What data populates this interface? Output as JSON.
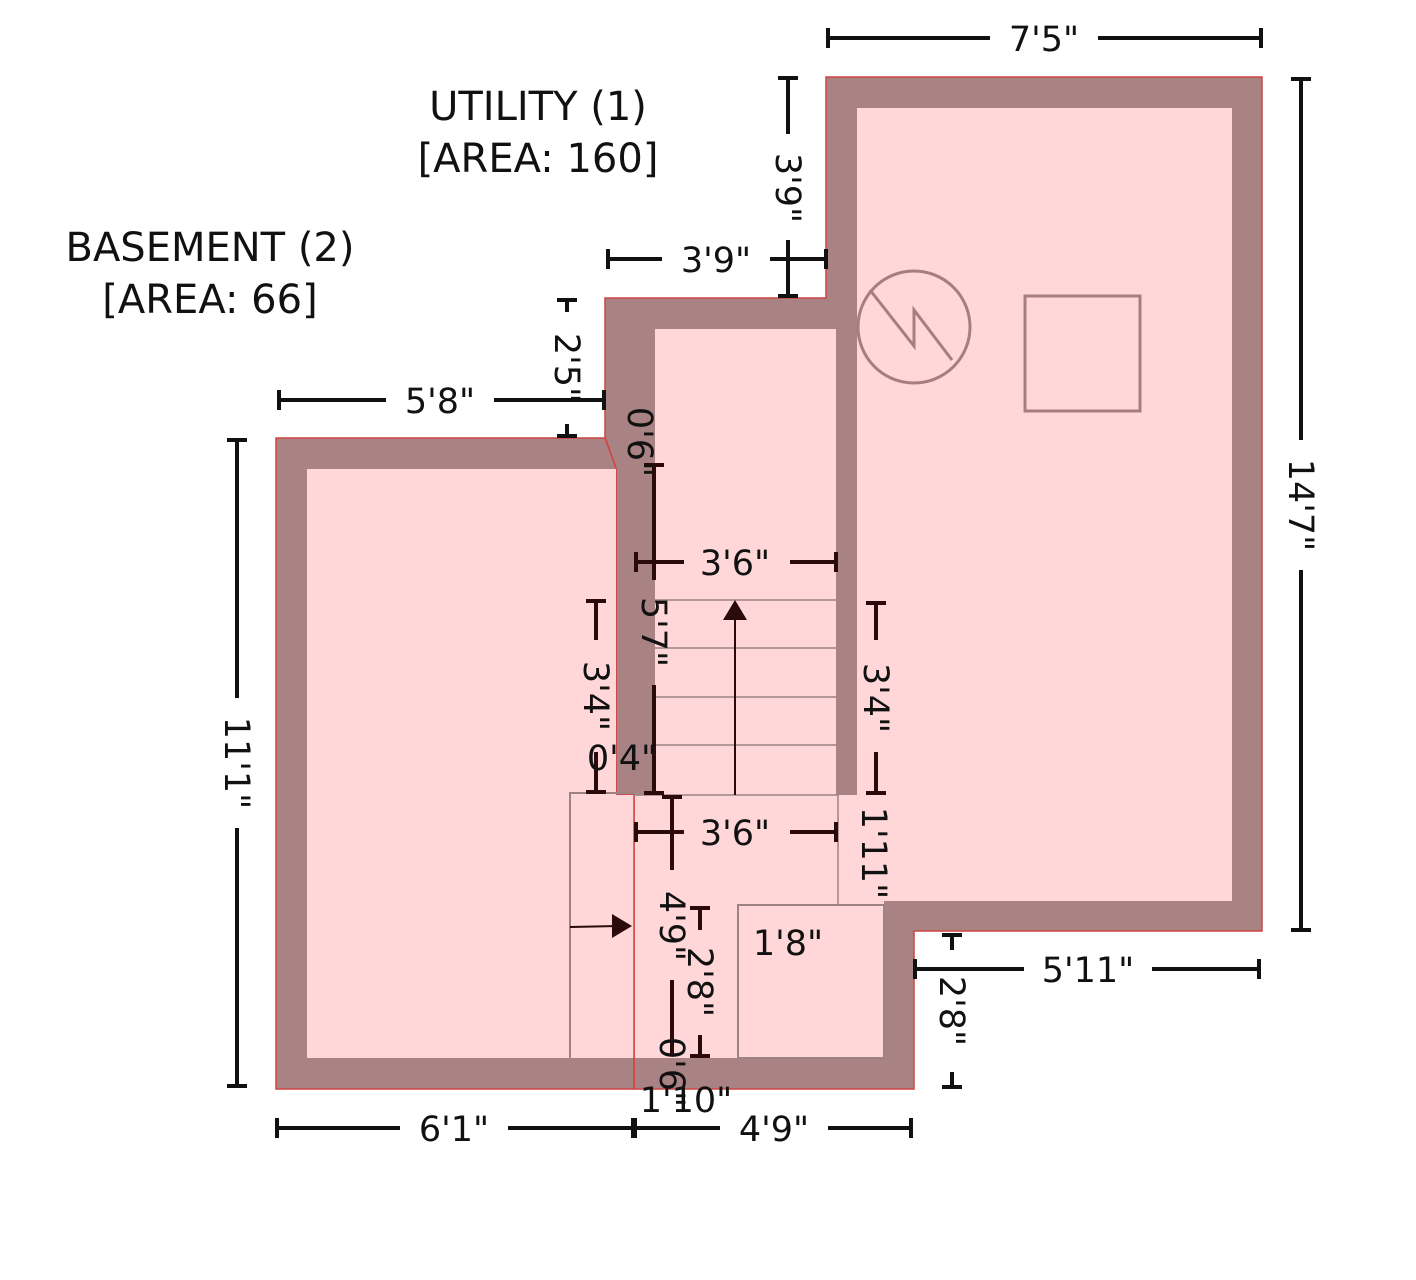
{
  "colors": {
    "wall": "#a98383",
    "floor": "#ffd7d8",
    "outline": "#d04545",
    "fixture": "#a87d7d",
    "thin_line": "#9c8484",
    "dimension": "#111111",
    "dimension_inner": "#2a0a0a"
  },
  "rooms": {
    "utility": {
      "name": "UTILITY (1)",
      "area": "[AREA: 160]"
    },
    "basement": {
      "name": "BASEMENT (2)",
      "area": "[AREA: 66]"
    }
  },
  "fixtures": {
    "water_heater": "electric-symbol-icon",
    "appliance": "square-appliance-icon",
    "stair_arrow": "arrow-up-icon",
    "door_arrow": "arrow-right-icon"
  },
  "dimensions": {
    "utility_top_width": "7'5\"",
    "utility_right_height": "14'7\"",
    "utility_notch_height": "3'9\"",
    "utility_notch_width": "3'9\"",
    "stair_top_offset": "2'5\"",
    "basement_top_width": "5'8\"",
    "basement_left_height": "11'1\"",
    "stair_small_top": "0'6\"",
    "stair_width_upper": "3'6\"",
    "stair_length": "5'7\"",
    "basement_right_segment": "3'4\"",
    "utility_left_segment": "3'4\"",
    "stair_wall_small": "0'4\"",
    "stair_width_lower": "3'6\"",
    "landing_height": "1'11\"",
    "closet_width": "1'8\"",
    "hall_height_a": "4'9\"",
    "hall_height_b": "2'8\"",
    "utility_bottom_width": "5'11\"",
    "utility_bottom_step": "2'8\"",
    "hall_small_bottom": "0'6\"",
    "hall_bottom_width": "1'10\"",
    "basement_bottom_width": "6'1\"",
    "hall_total_width": "4'9\""
  }
}
